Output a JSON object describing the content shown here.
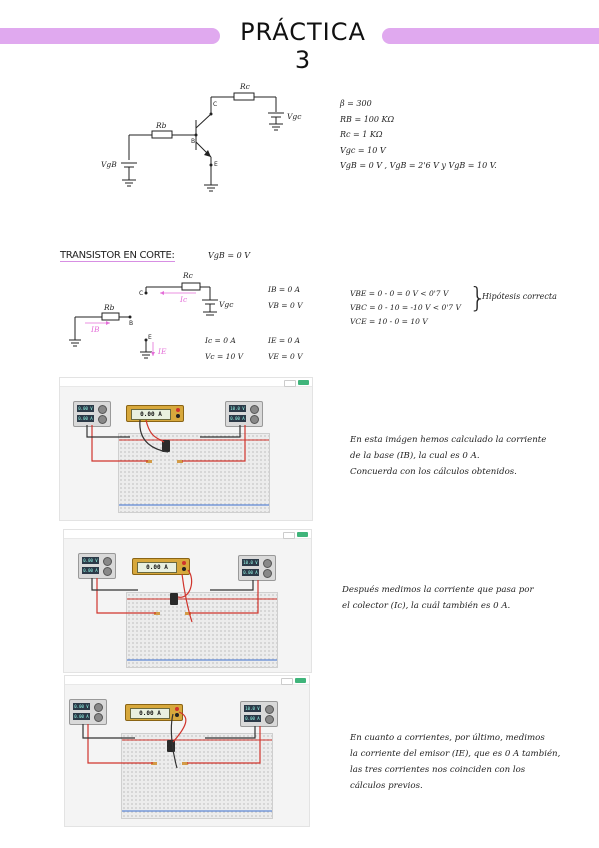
{
  "header": {
    "title": "PRÁCTICA 3"
  },
  "circuit_labels": {
    "rc": "Rc",
    "rb": "Rb",
    "vgc": "Vgc",
    "vgb": "VgB",
    "c": "C",
    "b": "B",
    "e": "E"
  },
  "parameters": [
    "β = 300",
    "RB = 100 KΩ",
    "Rc = 1 KΩ",
    "Vgc = 10 V",
    "VgB = 0 V ,   VgB = 2'6 V    y   VgB = 10 V."
  ],
  "section": {
    "title": "TRANSISTOR EN CORTE:",
    "vgb": "VgB = 0 V"
  },
  "cut_diagram": {
    "ic_label": "Ic",
    "ib_label": "IB",
    "ie_label": "IE"
  },
  "currents": {
    "ib": "IB = 0 A",
    "vb": "VB = 0 V",
    "ic": "Ic = 0 A",
    "ie": "IE = 0 A",
    "vc": "Vc = 10 V",
    "ve": "VE = 0 V"
  },
  "hypothesis": {
    "vbe": "VBE = 0 - 0 = 0 V   <  0'7 V",
    "vbc": "VBC = 0 - 10 = -10 V  <  0'7 V",
    "vce": "VCE = 10 - 0 = 10 V",
    "label": "Hipótesis correcta"
  },
  "simulations": [
    {
      "psu_left": [
        "0.00 V",
        "0.00 A"
      ],
      "meter": "0.00 A",
      "psu_right": [
        "10.0 V",
        "0.00 A"
      ]
    },
    {
      "psu_left": [
        "0.00 V",
        "0.00 A"
      ],
      "meter": "0.00 A",
      "psu_right": [
        "10.0 V",
        "0.00 A"
      ]
    },
    {
      "psu_left": [
        "0.00 V",
        "0.00 A"
      ],
      "meter": "0.00 A",
      "psu_right": [
        "10.0 V",
        "0.00 A"
      ]
    }
  ],
  "descriptions": [
    [
      "En esta imágen hemos calculado la corriente",
      "de la base (IB), la cual es 0 A.",
      "Concuerda con los cálculos obtenidos."
    ],
    [
      "Después medimos la corriente que pasa por",
      "el colector (Ic), la cuál también es 0 A."
    ],
    [
      "En cuanto a corrientes, por último, medimos",
      "la corriente del emisor (IE), que es 0 A también,",
      "las tres corrientes nos coinciden con los",
      "cálculos previos."
    ]
  ],
  "colors": {
    "accent": "#e0a9ef",
    "current_arrow": "#e46ed8",
    "wire_red": "#d0342c",
    "wire_dark": "#333333"
  }
}
